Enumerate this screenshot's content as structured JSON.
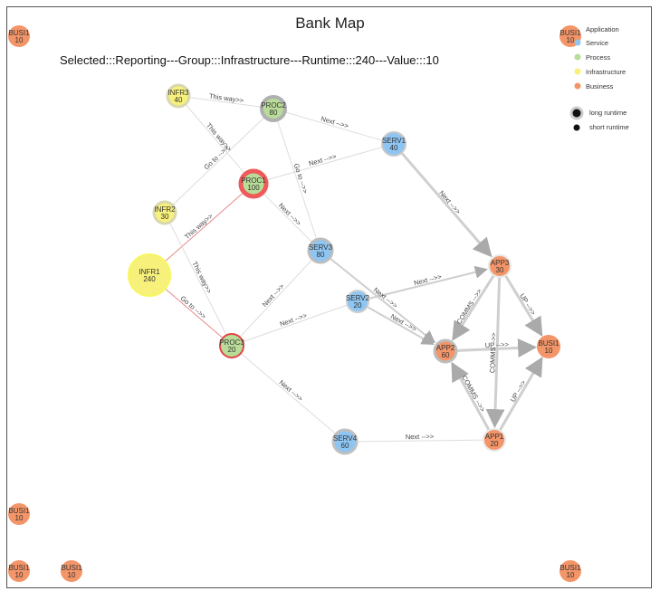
{
  "title": "Bank Map",
  "selected": "Selected:::Reporting---Group:::Infrastructure---Runtime:::240---Value:::10",
  "legend": {
    "categories": [
      {
        "label": "Application",
        "color": "#8ec5f2"
      },
      {
        "label": "Service",
        "color": "#8ec5f2"
      },
      {
        "label": "Process",
        "color": "#b9dc98"
      },
      {
        "label": "Infrastructure",
        "color": "#f7f07a"
      },
      {
        "label": "Business",
        "color": "#f39568"
      }
    ],
    "long_runtime": "long runtime",
    "short_runtime": "short runtime"
  },
  "nodes": [
    {
      "id": "INFR3",
      "name": "INFR3",
      "value": "40",
      "type": "infrastructure"
    },
    {
      "id": "PROC2",
      "name": "PROC2",
      "value": "80",
      "type": "process"
    },
    {
      "id": "SERV1",
      "name": "SERV1",
      "value": "40",
      "type": "service"
    },
    {
      "id": "PROC1",
      "name": "PROC1",
      "value": "100",
      "type": "process"
    },
    {
      "id": "INFR2",
      "name": "INFR2",
      "value": "30",
      "type": "infrastructure"
    },
    {
      "id": "INFR1",
      "name": "INFR1",
      "value": "240",
      "type": "infrastructure"
    },
    {
      "id": "SERV3",
      "name": "SERV3",
      "value": "80",
      "type": "service"
    },
    {
      "id": "SERV2",
      "name": "SERV2",
      "value": "20",
      "type": "service"
    },
    {
      "id": "PROC3",
      "name": "PROC3",
      "value": "20",
      "type": "process"
    },
    {
      "id": "APP3",
      "name": "APP3",
      "value": "30",
      "type": "business"
    },
    {
      "id": "APP2",
      "name": "APP2",
      "value": "60",
      "type": "business"
    },
    {
      "id": "BUSI1_R",
      "name": "BUSI1",
      "value": "10",
      "type": "business"
    },
    {
      "id": "APP1",
      "name": "APP1",
      "value": "20",
      "type": "business"
    },
    {
      "id": "SERV4",
      "name": "SERV4",
      "value": "60",
      "type": "service"
    },
    {
      "id": "BUSI1_TL",
      "name": "BUSI1",
      "value": "10",
      "type": "business"
    },
    {
      "id": "BUSI1_TR",
      "name": "BUSI1",
      "value": "10",
      "type": "business"
    },
    {
      "id": "BUSI1_ML",
      "name": "BUSI1",
      "value": "10",
      "type": "business"
    },
    {
      "id": "BUSI1_BL1",
      "name": "BUSI1",
      "value": "10",
      "type": "business"
    },
    {
      "id": "BUSI1_BL2",
      "name": "BUSI1",
      "value": "10",
      "type": "business"
    },
    {
      "id": "BUSI1_BR",
      "name": "BUSI1",
      "value": "10",
      "type": "business"
    }
  ],
  "edges": [
    {
      "from": "INFR3",
      "to": "PROC2",
      "label": "This way>>"
    },
    {
      "from": "INFR3",
      "to": "PROC1",
      "label": "This way>>"
    },
    {
      "from": "PROC2",
      "to": "INFR2",
      "label": "Go to -->>"
    },
    {
      "from": "PROC2",
      "to": "SERV1",
      "label": "Next -->>"
    },
    {
      "from": "PROC2",
      "to": "SERV3",
      "label": "Go to -->>"
    },
    {
      "from": "PROC1",
      "to": "SERV1",
      "label": "Next -->>"
    },
    {
      "from": "PROC1",
      "to": "SERV3",
      "label": "Next -->>"
    },
    {
      "from": "INFR1",
      "to": "PROC1",
      "label": "This way>>"
    },
    {
      "from": "INFR2",
      "to": "PROC3",
      "label": "This way>>"
    },
    {
      "from": "INFR1",
      "to": "PROC3",
      "label": "Go to -->>"
    },
    {
      "from": "SERV1",
      "to": "APP3",
      "label": "Next -->>"
    },
    {
      "from": "PROC3",
      "to": "SERV3",
      "label": "Next -->>"
    },
    {
      "from": "PROC3",
      "to": "SERV2",
      "label": "Next -->>"
    },
    {
      "from": "PROC3",
      "to": "SERV4",
      "label": "Next -->>"
    },
    {
      "from": "SERV3",
      "to": "APP2",
      "label": "Next -->>"
    },
    {
      "from": "SERV2",
      "to": "APP3",
      "label": "Next -->>"
    },
    {
      "from": "SERV2",
      "to": "APP2",
      "label": "Next -->>"
    },
    {
      "from": "APP3",
      "to": "APP2",
      "label": "COMMS -->>"
    },
    {
      "from": "APP3",
      "to": "APP1",
      "label": "COMMS -->>"
    },
    {
      "from": "APP3",
      "to": "BUSI1_R",
      "label": "UP -->>"
    },
    {
      "from": "APP2",
      "to": "BUSI1_R",
      "label": "UP -->>"
    },
    {
      "from": "APP1",
      "to": "APP2",
      "label": "COMMS -->>"
    },
    {
      "from": "APP1",
      "to": "BUSI1_R",
      "label": "UP -->>"
    },
    {
      "from": "SERV4",
      "to": "APP1",
      "label": "Next -->>"
    }
  ]
}
